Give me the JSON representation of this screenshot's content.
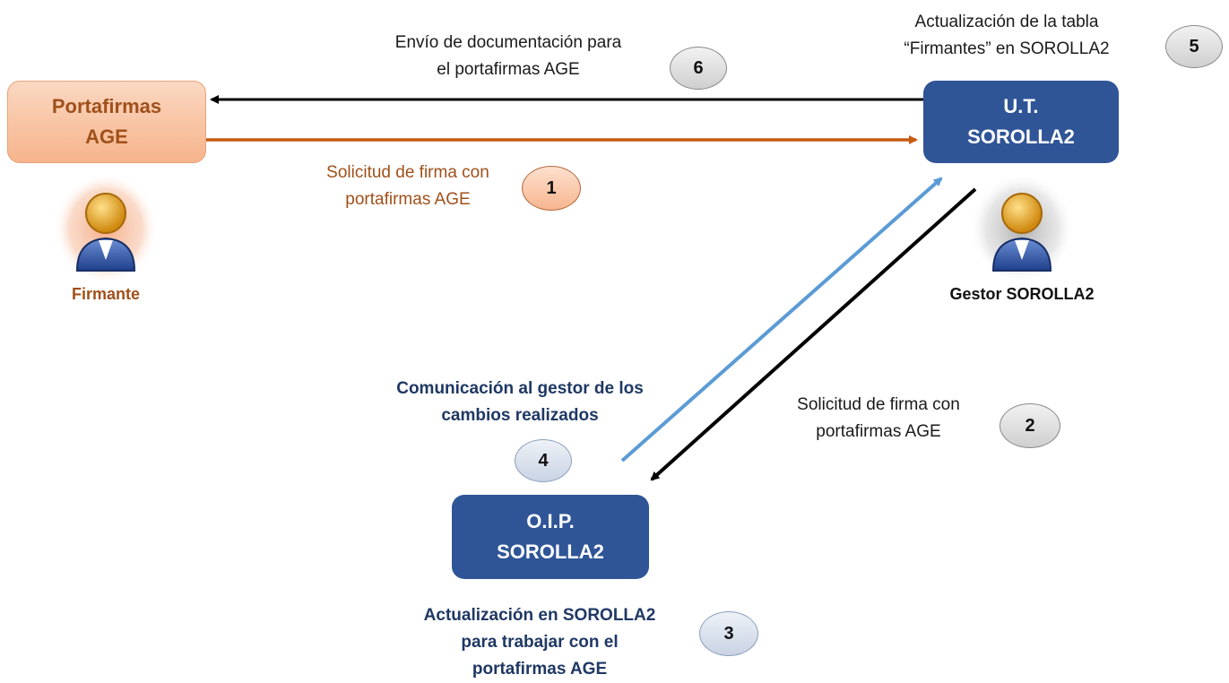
{
  "nodes": {
    "portafirmas": "Portafirmas\nAGE",
    "ut": "U.T.\nSOROLLA2",
    "oip": "O.I.P.\nSOROLLA2"
  },
  "people": {
    "firmante": "Firmante",
    "gestor": "Gestor SOROLLA2"
  },
  "steps": [
    {
      "number": "1",
      "text": "Solicitud de firma con\nportafirmas AGE"
    },
    {
      "number": "2",
      "text": "Solicitud de firma con\nportafirmas AGE"
    },
    {
      "number": "3",
      "text": "Actualización  en SOROLLA2\npara trabajar con el\nportafirmas  AGE"
    },
    {
      "number": "4",
      "text": "Comunicación  al gestor de los\ncambios  realizados"
    },
    {
      "number": "5",
      "text": "Actualización de la tabla\n“Firmantes” en SOROLLA2"
    },
    {
      "number": "6",
      "text": "Envío de documentación para\nel portafirmas AGE"
    }
  ],
  "colors": {
    "orange": "#c55a11",
    "navy": "#2f5597",
    "light_blue": "#5b9bd5",
    "black": "#000000"
  }
}
